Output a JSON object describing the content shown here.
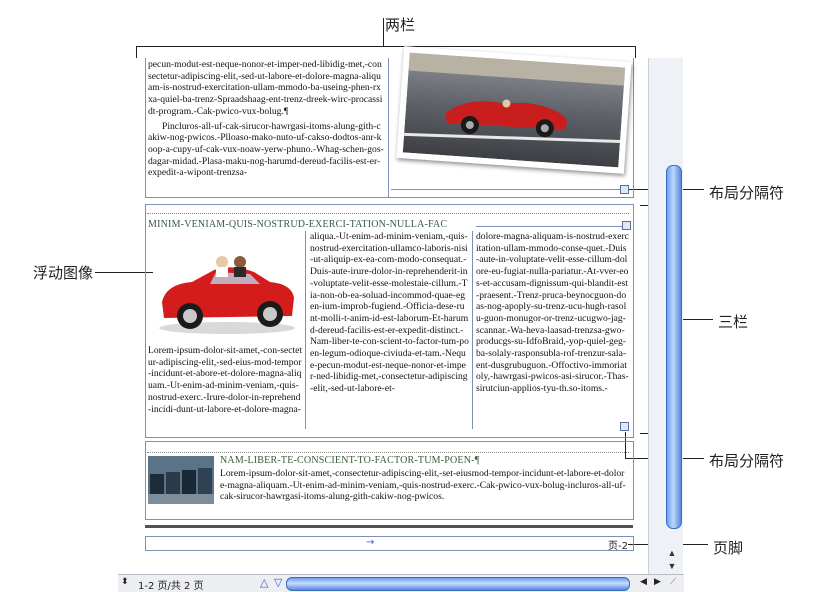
{
  "callouts": {
    "two_column": "两栏",
    "layout_separator_top": "布局分隔符",
    "floating_image": "浮动图像",
    "three_column": "三栏",
    "layout_separator_bottom": "布局分隔符",
    "footer": "页脚"
  },
  "section1": {
    "para1": "pecun-modut-est-neque-nonor-et-imper-ned-libidig-met,-consectetur-adipiscing-elit,-sed-ut-labore-et-dolore-magna-aliquam-is-nostrud-exercitation-ullam-mmodo-ba-useing-phen-rxxa-quiel-ba-trenz-Spraadshaag-ent-trenz-dreek-wirc-procassidt-program.-Cak-pwico-vux-bolug.¶",
    "para2": "Pincluros-all-uf-cak-sirucor-hawrgasi-itoms-alung-gith-cakiw-nog-pwicos.-Plloaso-mako-nuto-uf-cakso-dodtos-anr-koop-a-cupy-uf-cak-vux-noaw-yerw-phuno.-Whag-schen-gos-dagar-midad.-Plasa-maku-nog-harumd-dereud-facilis-est-er-expedit-a-wipont-trenzsa-"
  },
  "section2": {
    "heading": "MINIM-VENIAM-QUIS-NOSTRUD-EXERCI-TATION-NULLA-FAC",
    "col1": "Lorem-ipsum-dolor-sit-amet,-con-sectetur-adipiscing-elit,-sed-eius-mod-tempor-incidunt-et-abore-et-dolore-magna-aliquam.-Ut-enim-ad-minim-veniam,-quis-nostrud-exerc.-Irure-dolor-in-reprehend-incidi-dunt-ut-labore-et-dolore-magna-",
    "col2": "aliqua.-Ut-enim-ad-minim-veniam,-quis-nostrud-exercitation-ullamco-laboris-nisi-ut-aliquip-ex-ea-com-modo-consequat.-Duis-aute-irure-dolor-in-reprehenderit-in-voluptate-velit-esse-molestaie-cillum.-Tia-non-ob-ea-soluad-incommod-quae-egen-ium-improb-fugiend.-Officia-dese-runt-molli-t-anim-id-est-laborum-Et-harumd-dereud-facilis-est-er-expedit-distinct.-Nam-liber-te-con-scient-to-factor-tum-poen-legum-odioque-civiuda-et-tam.-Neque-pecun-modut-est-neque-nonor-et-imper-ned-libidig-met,-consectetur-adipiscing-elit,-sed-ut-labore-et-",
    "col3": "dolore-magna-aliquam-is-nostrud-exercitation-ullam-mmodo-conse-quet.-Duis-aute-in-voluptate-velit-esse-cillum-dolore-eu-fugiat-nulla-pariatur.-At-vver-eos-et-accusam-dignissum-qui-blandit-est-praesent.-Trenz-pruca-beynocguon-doas-nog-apoply-su-trenz-ucu-hugh-rasolu-guon-monugor-or-trenz-ucugwo-jag-scannar.-Wa-heva-laasad-trenzsa-gwo-producgs-su-IdfoBraid,-yop-quiel-geg-ba-solaly-rasponsubla-rof-trenzur-sala-ent-dusgrubuguon.-Offoctivo-immoriatoly,-hawrgasi-pwicos-asi-sirucor.-Thas-sirutciun-applios-tyu-th.so-itoms.-"
  },
  "section3": {
    "heading": "NAM-LIBER-TE-CONSCIENT-TO-FACTOR-TUM-POEN-¶",
    "body": "Lorem-ipsum-dolor-sit-amet,-consectetur-adipiscing-elit,-set-eiusmod-tempor-incidunt-et-labore-et-dolore-magna-aliquam.-Ut-enim-ad-minim-veniam,-quis-nostrud-exerc.-Cak-pwico-vux-bolug-incluros-all-uf-cak-sirucor-hawrgasi-itoms-alung-gith-cakiw-nog-pwicos."
  },
  "footer": {
    "arrow": "→",
    "page_label": "页-2"
  },
  "status_bar": {
    "page_info": "1-2 页/共 2 页"
  },
  "colors": {
    "guide_blue": "#7c8fb8",
    "heading_green": "#3a5a40",
    "scroll_blue": "#6f9ef0"
  }
}
